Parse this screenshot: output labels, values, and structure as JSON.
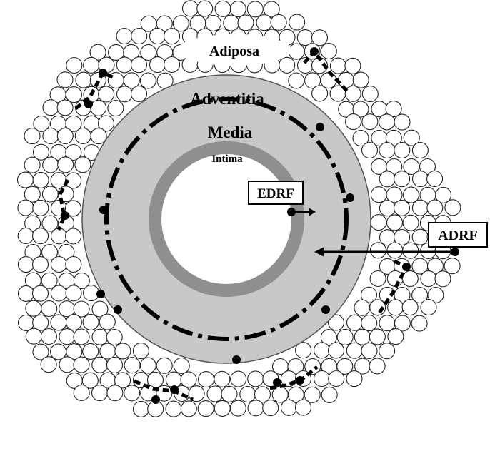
{
  "labels": {
    "adiposa": "Adiposa",
    "adventitia": "Adventitia",
    "media": "Media",
    "intima": "Intima",
    "edrf": "EDRF",
    "adrf": "ADRF"
  },
  "colors": {
    "adventitia_fill": "#c8c8c8",
    "intima_fill": "#8f8f8f",
    "ink": "#000000",
    "cell_fill": "#ffffff"
  }
}
